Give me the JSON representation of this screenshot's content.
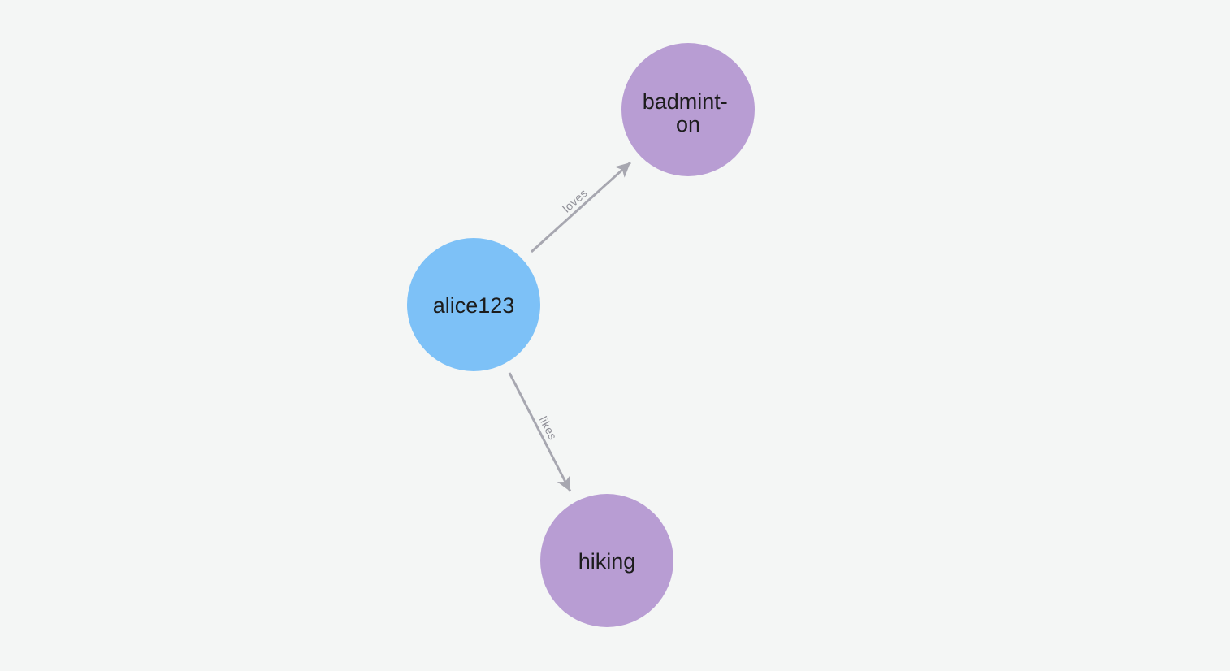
{
  "canvas": {
    "background": "#f4f6f5"
  },
  "graph": {
    "nodes": [
      {
        "id": "alice123",
        "label": "alice123",
        "fill": "#7dc1f7",
        "text_color": "#1c1c1c"
      },
      {
        "id": "badminton",
        "label_lines": [
          "badmint-",
          "on"
        ],
        "fill": "#b89dd3",
        "text_color": "#1c1c1c"
      },
      {
        "id": "hiking",
        "label": "hiking",
        "fill": "#b89dd3",
        "text_color": "#1c1c1c"
      }
    ],
    "edges": [
      {
        "from": "alice123",
        "to": "badminton",
        "label": "loves",
        "color": "#a7a7b0",
        "label_color": "#8f8f97"
      },
      {
        "from": "alice123",
        "to": "hiking",
        "label": "likes",
        "color": "#a7a7b0",
        "label_color": "#8f8f97"
      }
    ]
  }
}
